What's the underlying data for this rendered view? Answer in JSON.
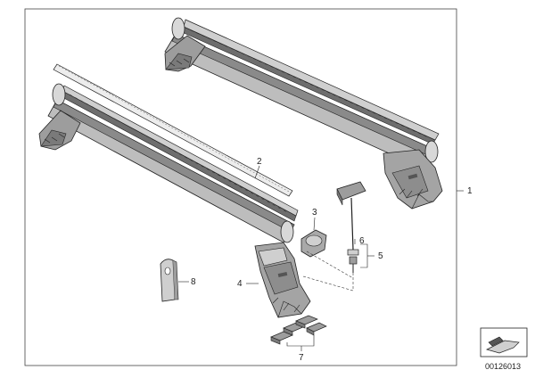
{
  "callouts": {
    "c1": "1",
    "c2": "2",
    "c3": "3",
    "c4": "4",
    "c5": "5",
    "c6": "6",
    "c7": "7",
    "c8": "8"
  },
  "reference_number": "00126013",
  "colors": {
    "outline": "#222222",
    "bar_fill": "#b9b9b9",
    "bar_dark": "#6e6e6e",
    "foot_fill": "#9a9a9a",
    "background": "#ffffff"
  },
  "icons": {
    "corner_symbol": "sheet-corner-icon"
  }
}
